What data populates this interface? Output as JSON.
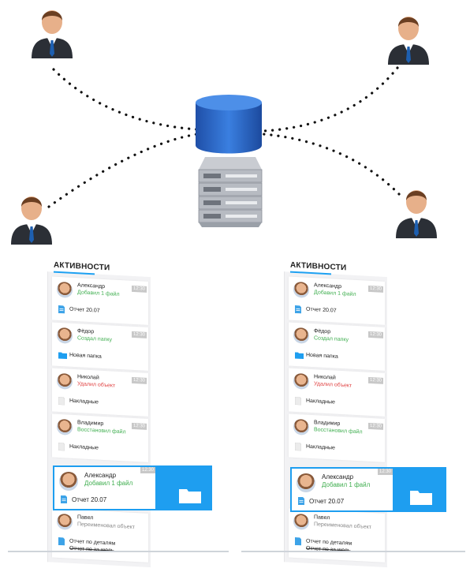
{
  "diagram": {
    "users": [
      {
        "id": "user-top-left"
      },
      {
        "id": "user-top-right"
      },
      {
        "id": "user-bottom-left"
      },
      {
        "id": "user-bottom-right"
      }
    ],
    "center": {
      "database": "database-icon",
      "server": "server-icon"
    }
  },
  "panels": [
    {
      "title": "АКТИВНОСТИ",
      "items": [
        {
          "name": "Александр",
          "action": "Добавил 1 файл",
          "action_color": "#3fae4f",
          "time": "12:30",
          "file": "Отчет 20.07",
          "file_icon": "document-icon"
        },
        {
          "name": "Фёдор",
          "action": "Создал папку",
          "action_color": "#3fae4f",
          "time": "12:30",
          "file": "Новая папка",
          "file_icon": "folder-icon"
        },
        {
          "name": "Николай",
          "action": "Удалил объект",
          "action_color": "#e04040",
          "time": "12:30",
          "file": "Накладные",
          "file_icon": "blank-document-icon"
        },
        {
          "name": "Владимир",
          "action": "Восстановил файл",
          "action_color": "#3fae4f",
          "time": "12:30",
          "file": "Накладные",
          "file_icon": "blank-document-icon"
        }
      ],
      "highlight": {
        "name": "Александр",
        "action": "Добавил 1 файл",
        "action_color": "#3fae4f",
        "time": "12:30",
        "file": "Отчет 20.07"
      },
      "last": {
        "name": "Павел",
        "action": "Переименовал объект",
        "action_color": "#888888",
        "file_new": "Отчет по деталям",
        "file_old": "Отчет по за июль"
      }
    },
    {
      "title": "АКТИВНОСТИ",
      "items": [
        {
          "name": "Александр",
          "action": "Добавил 1 файл",
          "action_color": "#3fae4f",
          "time": "12:30",
          "file": "Отчет 20.07",
          "file_icon": "document-icon"
        },
        {
          "name": "Фёдор",
          "action": "Создал папку",
          "action_color": "#3fae4f",
          "time": "12:30",
          "file": "Новая папка",
          "file_icon": "folder-icon"
        },
        {
          "name": "Николай",
          "action": "Удалил объект",
          "action_color": "#e04040",
          "time": "12:30",
          "file": "Накладные",
          "file_icon": "blank-document-icon"
        },
        {
          "name": "Владимир",
          "action": "Восстановил файл",
          "action_color": "#3fae4f",
          "time": "12:30",
          "file": "Накладные",
          "file_icon": "blank-document-icon"
        }
      ],
      "highlight": {
        "name": "Александр",
        "action": "Добавил 1 файл",
        "action_color": "#3fae4f",
        "time": "12:30",
        "file": "Отчет 20.07"
      },
      "last": {
        "name": "Павел",
        "action": "Переименовал объект",
        "action_color": "#888888",
        "file_new": "Отчет по деталям",
        "file_old": "Отчет по за июль"
      }
    }
  ],
  "colors": {
    "accent": "#1e9ef0",
    "db_blue": "#2f6fd0",
    "suit": "#2b2f36",
    "tie": "#1d5fb0"
  }
}
